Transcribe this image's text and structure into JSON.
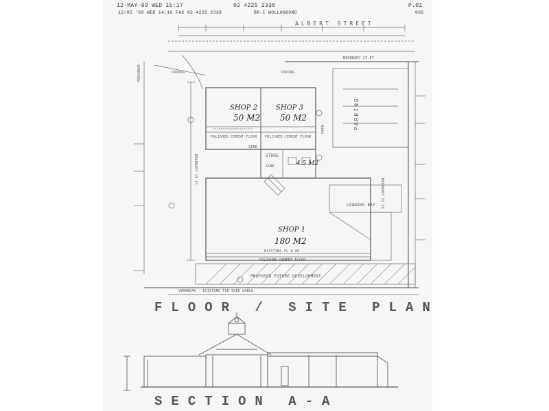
{
  "fax_header": {
    "line1_left": "12-MAY-99 WED 15:17",
    "line1_mid": "02 4225 2338",
    "line1_right": "P.01",
    "line2_left": "12/05 '99 WED 14:16 FAX 02 4225 2338",
    "line2_mid": "BR-I WOLLONGONG",
    "line2_right": "002"
  },
  "plan": {
    "street": "ALBERT STREET",
    "boundary_top": "BOUNDARY 17.07",
    "boundary_right": "BOUNDARY 22.56",
    "boundary_left": "BOUNDARY 19.57",
    "verandah_left": "VERANDAH",
    "paving_left": "PAVING",
    "paving_mid": "PAVING",
    "parking": "PARKING",
    "polished_1": "POLISHED CEMENT FLOOR",
    "polished_2": "POLISHED CEMENT FLOOR",
    "polished_3": "POLISHED CEMENT FLOOR",
    "store": "STORE",
    "sink_1": "SINK",
    "sink_2": "SINK",
    "loading_bay": "LOADING BAY",
    "future_dev": "PROPOSED FUTURE DEVELOPMENT",
    "verandah_bottom": "VERANDAH - EXISTING TIN SHED GABLE",
    "existing_fl": "EXISTING FL 0.00",
    "path": "PATH"
  },
  "handwriting": {
    "shop2_title": "SHOP 2",
    "shop2_area": "50 M2",
    "shop3_title": "SHOP 3",
    "shop3_area": "50 M2",
    "small_area": "4.5 M2",
    "shop1_title": "SHOP 1",
    "shop1_area": "180 M2"
  },
  "titles": {
    "floor_plan": "FLOOR / SITE PLAN",
    "section": "SECTION A-A"
  }
}
